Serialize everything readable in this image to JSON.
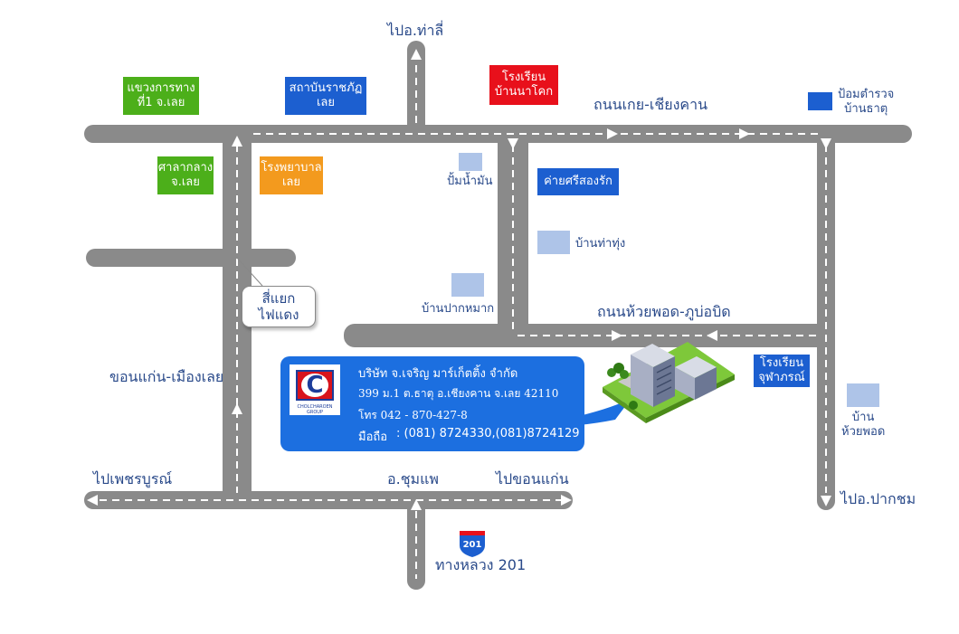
{
  "roads": {
    "north": "ไปอ.ท่าลี่",
    "kheng": "ถนนเกย-เชียงคาน",
    "khon_kaen_loei": "ขอนแก่น-เมืองเลย",
    "huai_phot": "ถนนห้วยพอด-ภูบ่อบิด",
    "phetchabun": "ไปเพชรบูรณ์",
    "chum_phae": "อ.ชุมแพ",
    "khon_kaen": "ไปขอนแก่น",
    "highway": "ทางหลวง 201",
    "pak_chom": "ไปอ.ปากชม"
  },
  "highway_shield": "201",
  "landmarks": {
    "highway_office": [
      "แขวงการทาง",
      "ที่1 จ.เลย"
    ],
    "rajabhat": [
      "สถาบันราชภัฏ",
      "เลย"
    ],
    "school_nakok": [
      "โรงเรียน",
      "บ้านนาโคก"
    ],
    "police": [
      "ป้อมตำรวจ",
      "บ้านธาตุ"
    ],
    "city_hall": [
      "ศาลากลาง",
      "จ.เลย"
    ],
    "hospital": [
      "โรงพยาบาล",
      "เลย"
    ],
    "gas_station": "ปั้มน้ำมัน",
    "camp": "ค่ายศรีสองรัก",
    "ban_thathung": "บ้านท่าทุ่ง",
    "ban_pakmak": "บ้านปากหมาก",
    "school_chuyaporn": [
      "โรงเรียน",
      "จุฬาภรณ์"
    ],
    "ban_huaiphot": [
      "บ้าน",
      "ห้วยพอด"
    ]
  },
  "intersection": [
    "สี่แยก",
    "ไฟแดง"
  ],
  "company": {
    "logo_brand": "C",
    "logo_caption": "CHOLCHAROEN GROUP",
    "name": "บริษัท จ.เจริญ มาร์เก็ตติ้ง จำกัด",
    "address": "399 ม.1 ต.ธาตุ อ.เชียงคาน จ.เลย 42110",
    "phone": "โทร 042 - 870-427-8",
    "mobile_label": "มือถือ",
    "mobile": ": (081) 8724330,(081)8724129"
  },
  "colors": {
    "road": "#8a8a8a",
    "blue": "#1c5fd0",
    "green": "#4caf1a",
    "red": "#e8101b",
    "orange": "#f39a1e",
    "light_blue": "#aec4e8"
  }
}
